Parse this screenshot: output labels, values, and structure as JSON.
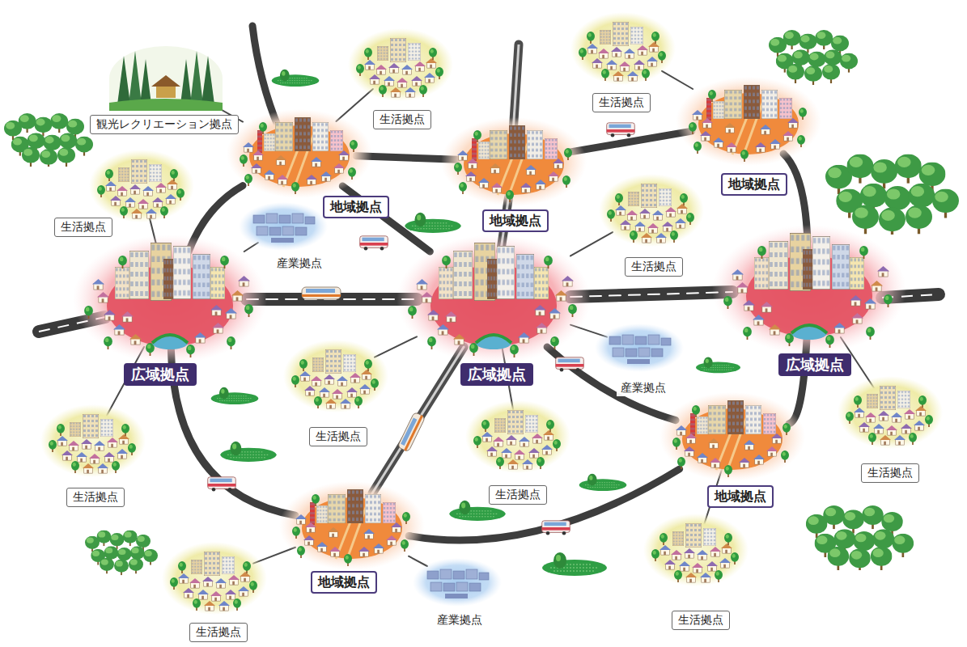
{
  "diagram": {
    "nodes": [
      {
        "text": [
          "観光レクリエーション拠点"
        ]
      },
      {
        "text": [
          "生活拠点"
        ]
      },
      {
        "text": [
          "生活拠点"
        ]
      },
      {
        "text": [
          "地域拠点"
        ]
      },
      {
        "text": [
          "地域拠点"
        ]
      },
      {
        "text": [
          "地域拠点"
        ]
      },
      {
        "text": [
          "生活拠点"
        ]
      },
      {
        "text": [
          "産業拠点"
        ]
      },
      {
        "text": [
          "生活拠点"
        ]
      },
      {
        "text": [
          "広域拠点"
        ]
      },
      {
        "text": [
          "広域拠点"
        ]
      },
      {
        "text": [
          "広域拠点"
        ]
      },
      {
        "text": [
          "生活拠点"
        ]
      },
      {
        "text": [
          "産業拠点"
        ]
      },
      {
        "text": [
          "生活拠点"
        ]
      },
      {
        "text": [
          "生活拠点"
        ]
      },
      {
        "text": [
          "生活拠点"
        ]
      },
      {
        "text": [
          "地域拠点"
        ]
      },
      {
        "text": [
          "地域拠点"
        ]
      },
      {
        "text": [
          "産業拠点"
        ]
      },
      {
        "text": [
          "生活拠点"
        ]
      },
      {
        "text": [
          "生活拠点"
        ]
      }
    ],
    "edges": [
      {
        "from": 3,
        "to": 4,
        "arrow": "none"
      },
      {
        "from": 4,
        "to": 5,
        "arrow": "none"
      },
      {
        "from": 5,
        "to": 11,
        "arrow": "none"
      },
      {
        "from": 3,
        "to": 9,
        "arrow": "none"
      },
      {
        "from": 3,
        "to": 10,
        "arrow": "none"
      },
      {
        "from": 4,
        "to": 10,
        "arrow": "none"
      },
      {
        "from": 9,
        "to": 10,
        "arrow": "none"
      },
      {
        "from": 10,
        "to": 11,
        "arrow": "none"
      },
      {
        "from": 9,
        "to": 18,
        "arrow": "none"
      },
      {
        "from": 10,
        "to": 18,
        "arrow": "none"
      },
      {
        "from": 10,
        "to": 17,
        "arrow": "none"
      },
      {
        "from": 17,
        "to": 11,
        "arrow": "none"
      },
      {
        "from": 18,
        "to": 17,
        "arrow": "none"
      },
      {
        "from": 0,
        "to": 3,
        "arrow": "none"
      },
      {
        "from": 1,
        "to": 3,
        "arrow": "none"
      },
      {
        "from": 2,
        "to": 5,
        "arrow": "none"
      },
      {
        "from": 6,
        "to": 9,
        "arrow": "none"
      },
      {
        "from": 7,
        "to": 9,
        "arrow": "none"
      },
      {
        "from": 8,
        "to": 10,
        "arrow": "none"
      },
      {
        "from": 12,
        "to": 10,
        "arrow": "none"
      },
      {
        "from": 13,
        "to": 10,
        "arrow": "none"
      },
      {
        "from": 14,
        "to": 11,
        "arrow": "none"
      },
      {
        "from": 15,
        "to": 9,
        "arrow": "none"
      },
      {
        "from": 16,
        "to": 10,
        "arrow": "none"
      },
      {
        "from": 21,
        "to": 17,
        "arrow": "none"
      },
      {
        "from": 19,
        "to": 18,
        "arrow": "none"
      },
      {
        "from": 20,
        "to": 18,
        "arrow": "none"
      }
    ]
  }
}
